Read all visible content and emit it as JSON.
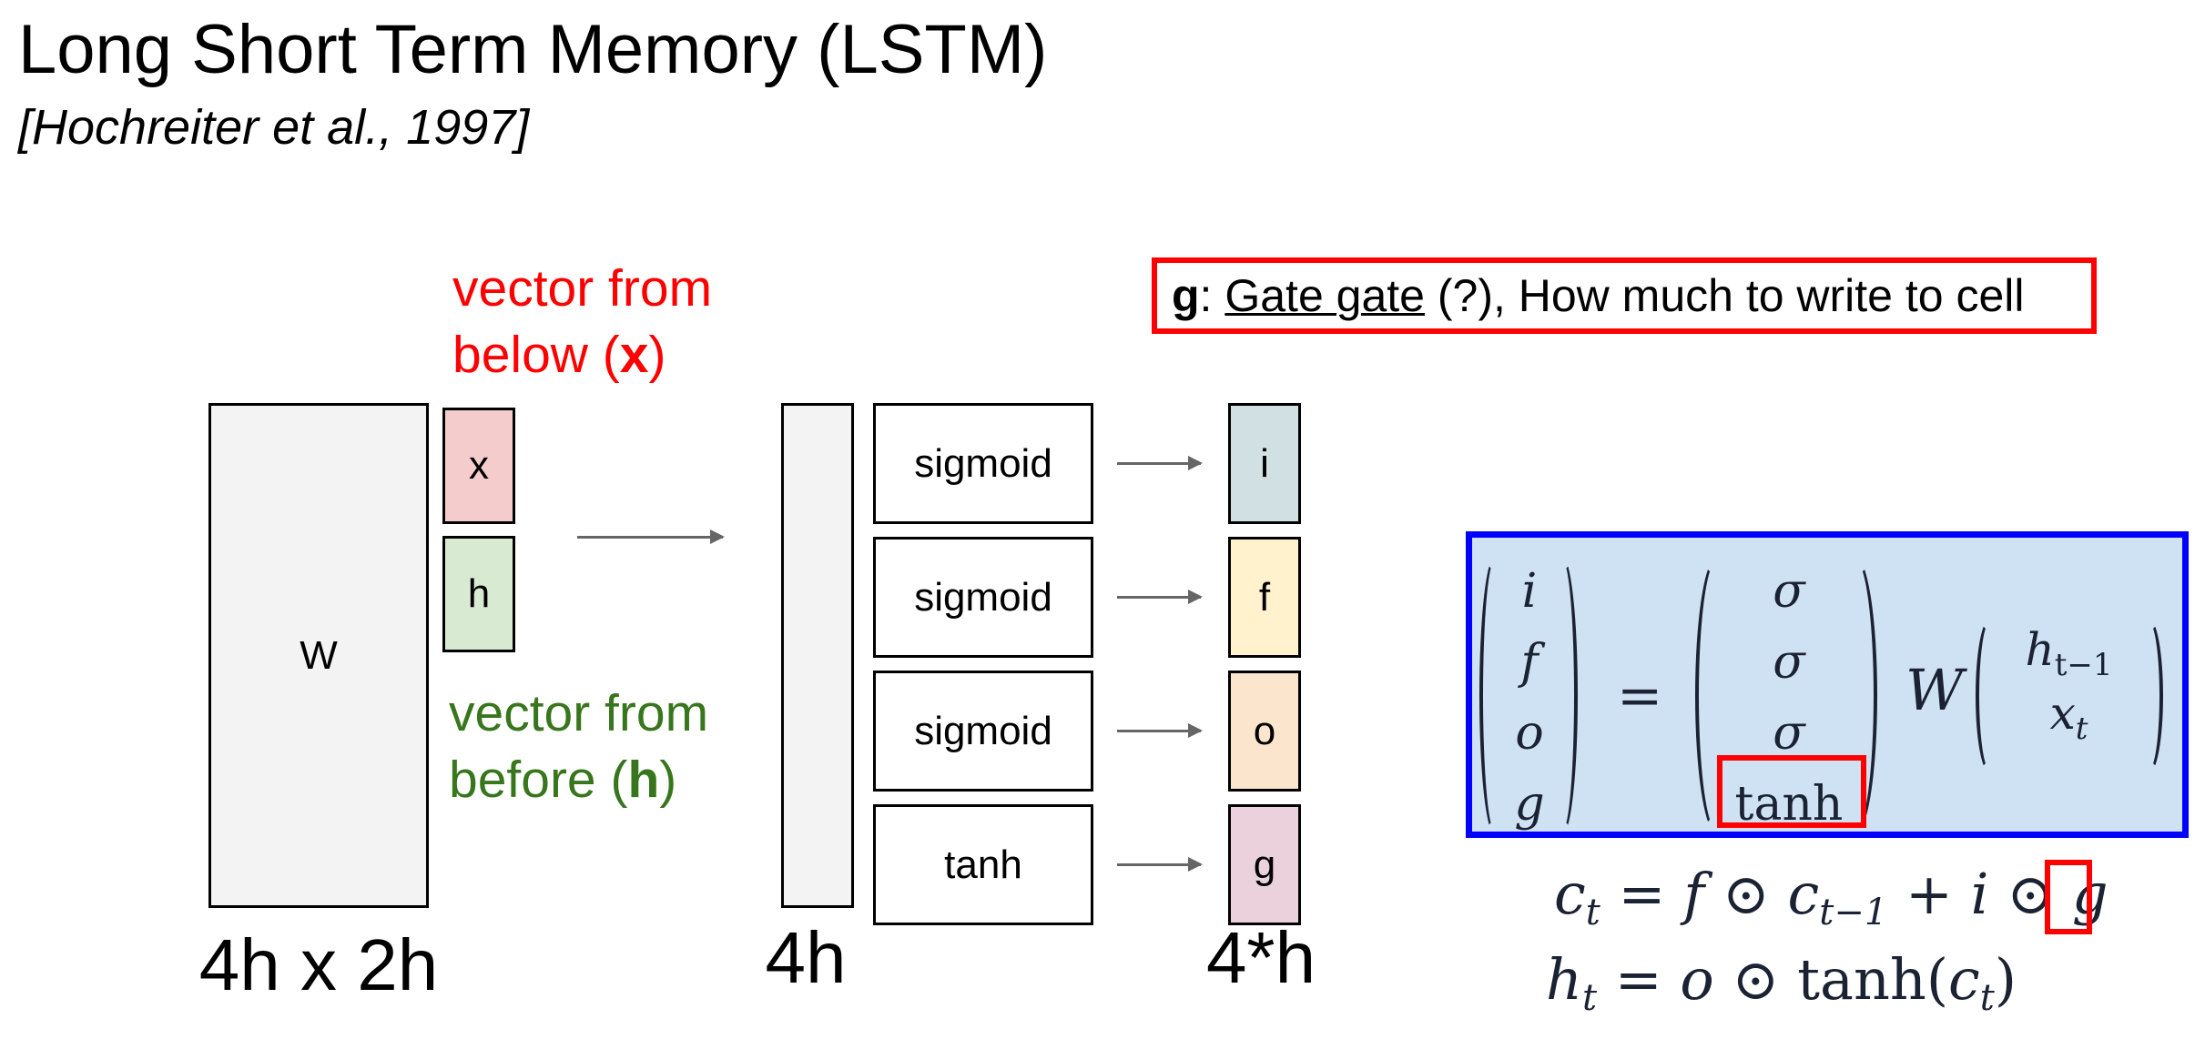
{
  "slide": {
    "title": "Long Short Term Memory (LSTM)",
    "citation": "[Hochreiter et al., 1997]"
  },
  "annotations": {
    "x_note": {
      "line1": "vector from",
      "line2_prefix": "below (",
      "line2_bold": "x",
      "line2_suffix": ")",
      "color": "#ff0000"
    },
    "h_note": {
      "line1": "vector from",
      "line2_prefix": "before (",
      "line2_bold": "h",
      "line2_suffix": ")",
      "color": "#38761d"
    }
  },
  "diagram": {
    "weight_matrix": {
      "label": "W",
      "dims": "4h x 2h"
    },
    "input_vectors": [
      {
        "label": "x",
        "color": "#f4cccc"
      },
      {
        "label": "h",
        "color": "#d9ead3"
      }
    ],
    "product_vector": {
      "dims": "4h"
    },
    "activations": [
      {
        "label": "sigmoid"
      },
      {
        "label": "sigmoid"
      },
      {
        "label": "sigmoid"
      },
      {
        "label": "tanh"
      }
    ],
    "gates": [
      {
        "label": "i",
        "color": "#d0e0e3"
      },
      {
        "label": "f",
        "color": "#fff2cc"
      },
      {
        "label": "o",
        "color": "#fce5cd"
      },
      {
        "label": "g",
        "color": "#ead1dc"
      }
    ],
    "gates_dims": "4*h"
  },
  "callout": {
    "symbol": "g",
    "colon": ":",
    "name": "Gate gate",
    "rest": " (?), How much to write to cell",
    "border_color": "#ff0000"
  },
  "equation": {
    "lhs": [
      "i",
      "f",
      "o",
      "g"
    ],
    "equals": "=",
    "activations": [
      "σ",
      "σ",
      "σ",
      "tanh"
    ],
    "matrix": "W",
    "vector_top_base": "h",
    "vector_top_sub": "t−1",
    "vector_bottom_base": "x",
    "vector_bottom_sub": "t",
    "box_border": "#0000ff",
    "box_fill": "#cfe2f3"
  },
  "cell_update": {
    "c": "c",
    "t": "t",
    "eq": " = ",
    "f": "f",
    "odot": " ⊙ ",
    "tm1": "t−1",
    "plus": " + ",
    "i": "i",
    "g": "g"
  },
  "hidden_update": {
    "h": "h",
    "t": "t",
    "eq": " = ",
    "o": "o",
    "odot": " ⊙ ",
    "tanh": "tanh(",
    "c": "c",
    "close": ")"
  }
}
